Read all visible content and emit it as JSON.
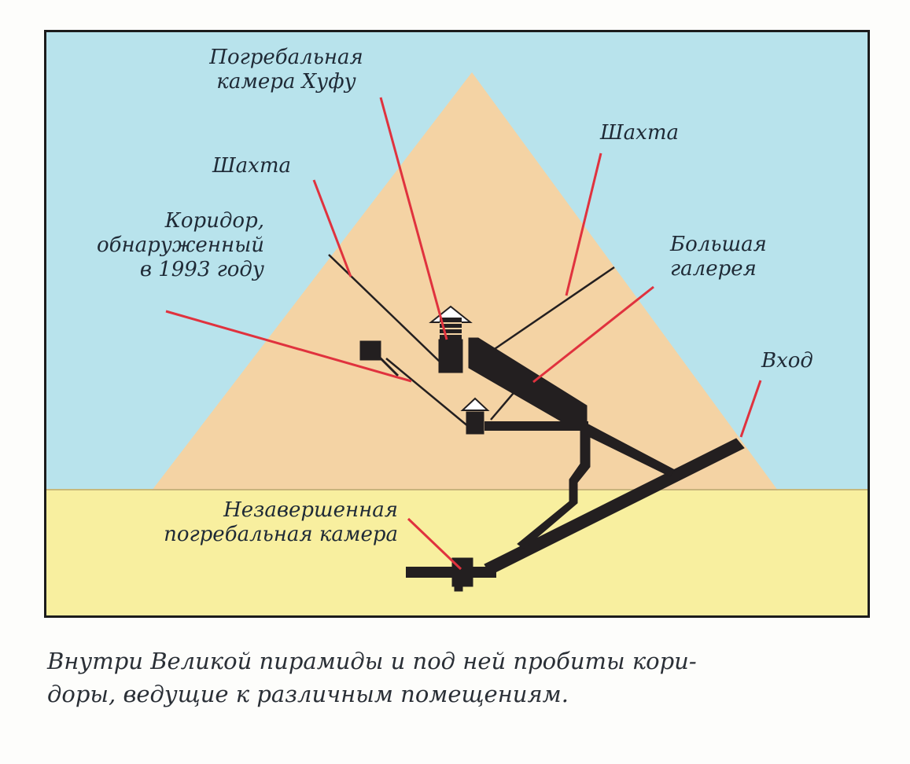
{
  "labels": {
    "khufu_chamber": [
      "Погребальная",
      "камера Хуфу"
    ],
    "shaft_left": "Шахта",
    "shaft_right": "Шахта",
    "corridor_1993": [
      "Коридор,",
      "обнаруженный",
      "в 1993 году"
    ],
    "grand_gallery": [
      "Большая",
      "галерея"
    ],
    "entrance": "Вход",
    "unfinished_chamber": [
      "Незавершенная",
      "погребальная камера"
    ]
  },
  "caption": [
    "Внутри Великой пирамиды и под ней пробиты кори-",
    "доры, ведущие к различным помещениям."
  ],
  "colors": {
    "sky": "#b8e3ec",
    "pyramid": "#f4d3a4",
    "ground": "#f8ef9f",
    "passages": "#231f20",
    "leaders": "#e0323e",
    "frame": "#1c1c1c"
  }
}
